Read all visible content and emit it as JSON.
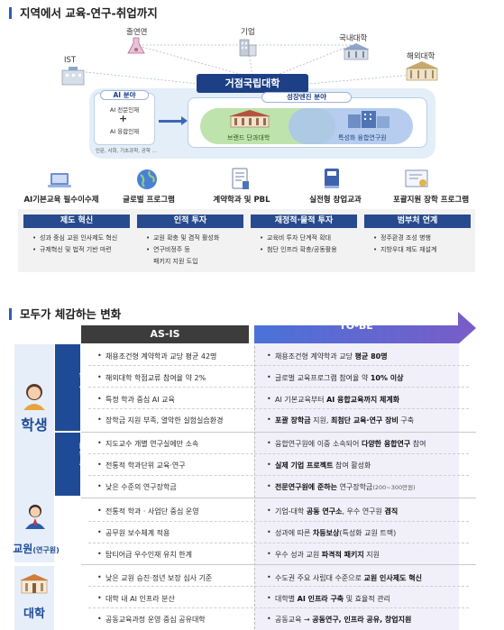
{
  "section1": {
    "title": "지역에서 교육-연구-취업까지",
    "network": {
      "research_institute": "출연연",
      "company": "기업",
      "domestic_univ": "국내대학",
      "ist": "IST",
      "overseas_univ": "해외대학"
    },
    "hub_title": "거점국립대학",
    "ai_area": {
      "title": "AI 분야",
      "line1": "AI 전문인재",
      "line2": "AI 융합인재",
      "bottom": "인문, 사회, 기초과학, 공학 …"
    },
    "growth_area": {
      "title": "성장엔진 분야",
      "left": "브랜드 단과대학",
      "right": "특성화 융합연구원"
    }
  },
  "programs": [
    {
      "label": "AI기본교육 필수이수제",
      "icon": "laptop-icon"
    },
    {
      "label": "글로벌 프로그램",
      "icon": "globe-icon"
    },
    {
      "label": "계약학과 및 PBL",
      "icon": "document-icon"
    },
    {
      "label": "실전형 창업교과",
      "icon": "book-icon"
    },
    {
      "label": "포괄지원 장학 프로그램",
      "icon": "certificate-icon"
    }
  ],
  "innovations": [
    {
      "title": "제도 혁신",
      "items": [
        "성과 중심 교원 인사제도 혁신",
        "규제혁신 및 법적 기반 마련"
      ]
    },
    {
      "title": "인적 투자",
      "items": [
        "교원 확충 및 겸직 활성화",
        "연구비정주 등",
        "패키지 지원 도입"
      ]
    },
    {
      "title": "재정적·물적 투자",
      "items": [
        "교육비 투자 단계적 확대",
        "첨단 인프라 확충/공동활용"
      ]
    },
    {
      "title": "범부처 연계",
      "items": [
        "정주환경 조성 병행",
        "지방우대 제도 재설계"
      ]
    }
  ],
  "section2": {
    "title": "모두가 체감하는 변화",
    "asis": "AS-IS",
    "tobe": "TO-BE"
  },
  "groups": {
    "student": "학생",
    "undergrad": "학부",
    "graduate": "대학원",
    "faculty_main": "교원",
    "faculty_sub": "(연구원)",
    "university": "대학"
  },
  "rows": {
    "r1": {
      "asis": "채용조건형 계약학과 교당 평균 42명",
      "tobe_pre": "채용조건형 계약학과 교당 ",
      "tobe_bold": "평균 80명",
      "tobe_post": ""
    },
    "r2": {
      "asis": "해외대학 학점교류 참여율 약 2%",
      "tobe_pre": "글로벌 교육프로그램 참여율 약 ",
      "tobe_bold": "10% 이상",
      "tobe_post": ""
    },
    "r3": {
      "asis": "특정 학과 중심 AI 교육",
      "tobe_pre": "AI 기본교육부터 ",
      "tobe_bold": "AI 융합교육까지 체계화",
      "tobe_post": ""
    },
    "r4": {
      "asis": "장학금 지원 부족, 열악한 실험실습환경",
      "tobe_bold": "포괄 장학금",
      "tobe_mid": " 지원, ",
      "tobe_bold2": "최첨단 교육·연구 장비",
      "tobe_post": " 구축"
    },
    "r5": {
      "asis": "지도교수 개별 연구실에만 소속",
      "tobe_pre": "융합연구원에 이중 소속되어 ",
      "tobe_bold": "다양한 융합연구",
      "tobe_post": " 참여"
    },
    "r6": {
      "asis": "전통적 학과단위 교육·연구",
      "tobe_pre": "",
      "tobe_bold": "실제 기업 프로젝트",
      "tobe_post": " 참여 활성화"
    },
    "r7": {
      "asis": "낮은 수준의 연구장학금",
      "tobe_pre": "",
      "tobe_bold": "전문연구원에 준하는",
      "tobe_post": " 연구장학금",
      "tobe_small": "(200~300만원)"
    },
    "r8": {
      "asis": "전통적 학과 · 사업단 중심 운영",
      "tobe_pre": "기업-대학 ",
      "tobe_bold": "공동 연구소",
      "tobe_mid": ", 우수 연구원 ",
      "tobe_bold2": "겸직",
      "tobe_post": ""
    },
    "r9": {
      "asis": "공무원 보수체계 적용",
      "tobe_pre": "성과에 따른 ",
      "tobe_bold": "차등보상",
      "tobe_post": "(특성화 교원 트랙)"
    },
    "r10": {
      "asis": "탑티어급 우수인재 유치 한계",
      "tobe_pre": "우수 성과 교원 ",
      "tobe_bold": "파격적 패키지",
      "tobe_post": " 지원"
    },
    "r11": {
      "asis": "낮은 교원 승진·정년 보장 심사 기준",
      "tobe_pre": "수도권 주요 사립대 수준으로 ",
      "tobe_bold": "교원 인사제도 혁신",
      "tobe_post": ""
    },
    "r12": {
      "asis": "대학 내 AI 인프라 분산",
      "tobe_pre": "대학별 ",
      "tobe_bold": "AI 인프라 구축",
      "tobe_post": " 및 효율적 관리"
    },
    "r13": {
      "asis": "공동교육과정 운영 중심 공유대학",
      "tobe_pre": "공동교육 → ",
      "tobe_bold": "공동연구, 인프라 공유, 창업지원",
      "tobe_post": ""
    }
  },
  "colors": {
    "navy": "#1f4a96",
    "dark_header": "#274b8e",
    "asis_head": "#3c3c3c",
    "tobe_from": "#4a72d8",
    "tobe_to": "#7a5cc8",
    "green": "#b8e0a4",
    "blue_soft": "#a9c4ec"
  }
}
